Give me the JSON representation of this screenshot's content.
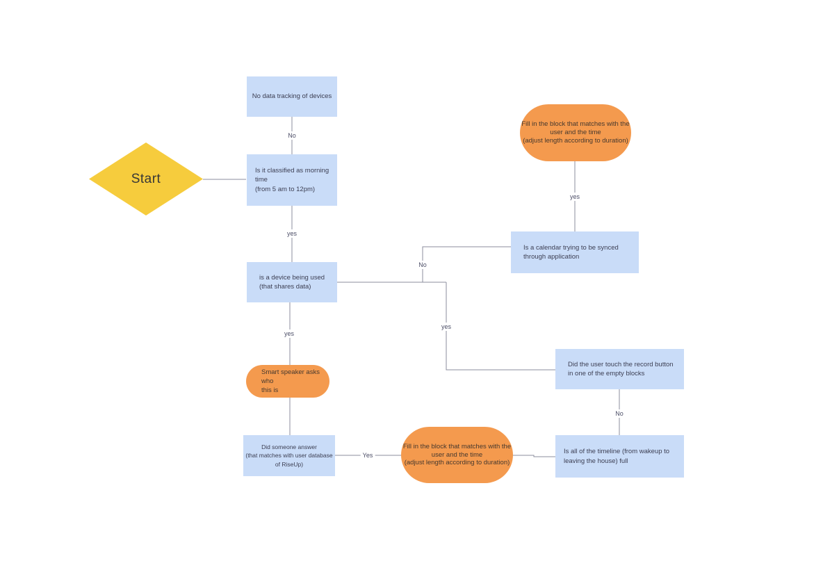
{
  "diagram_title": "Smart speaker morning-routine flowchart",
  "colors": {
    "node_blue": "#c9dcf8",
    "node_orange": "#f49a4e",
    "diamond_yellow": "#f6cc3d",
    "connector_line": "#8b8d9d",
    "edge_label_text": "#4b4d66",
    "node_text": "#3c3e52"
  },
  "nodes": {
    "no_tracking": {
      "text": "No data tracking of devices"
    },
    "start": {
      "text": "Start"
    },
    "morning": {
      "text": "Is it classified as morning time\n(from 5 am to 12pm)"
    },
    "device": {
      "text": "is a device being used\n(that shares data)"
    },
    "speaker": {
      "text": "Smart speaker asks who\nthis is"
    },
    "answer": {
      "text": "Did someone answer\n(that matches with user database\nof RiseUp)"
    },
    "fill_bottom": {
      "text": "Fill in the block that matches with the\nuser and the time\n(adjust length according to duration)"
    },
    "timeline": {
      "text": "Is all of the timeline (from wakeup to\nleaving the house) full"
    },
    "record": {
      "text": "Did the user touch the record button\nin one of the empty blocks"
    },
    "calendar": {
      "text": "Is a calendar trying to be synced\nthrough application"
    },
    "fill_top": {
      "text": "Fill in the block that matches with the\nuser and the time\n(adjust length according to duration)"
    }
  },
  "edge_labels": {
    "morning_no": "No",
    "morning_yes": "yes",
    "device_yes": "yes",
    "answer_yes": "Yes",
    "device_branch_no": "No",
    "device_branch_yes": "yes",
    "record_no": "No",
    "fill_top_yes": "yes"
  }
}
